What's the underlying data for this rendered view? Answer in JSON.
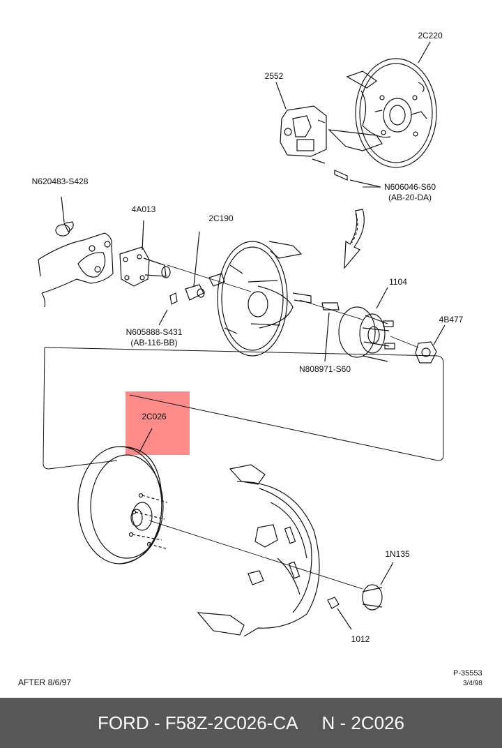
{
  "diagram": {
    "parts": [
      {
        "id": "2C220"
      },
      {
        "id": "2552"
      },
      {
        "id": "N620483-S428"
      },
      {
        "id": "N606046-S60",
        "note": "(AB-20-DA)"
      },
      {
        "id": "4A013"
      },
      {
        "id": "2C190"
      },
      {
        "id": "1104"
      },
      {
        "id": "4B477"
      },
      {
        "id": "N605888-S431",
        "note": "(AB-116-BB)"
      },
      {
        "id": "N808971-S60"
      },
      {
        "id": "2C026"
      },
      {
        "id": "1N135"
      },
      {
        "id": "1012"
      }
    ],
    "highlighted_part": "2C026",
    "highlight_color": "#ff7777",
    "footnote_left": "AFTER 8/6/97",
    "drawing_number": "P-35553",
    "drawing_date": "3/4/98"
  },
  "footer": {
    "brand_part": "FORD - F58Z-2C026-CA",
    "name": "N - 2C026",
    "background": "#575757"
  }
}
